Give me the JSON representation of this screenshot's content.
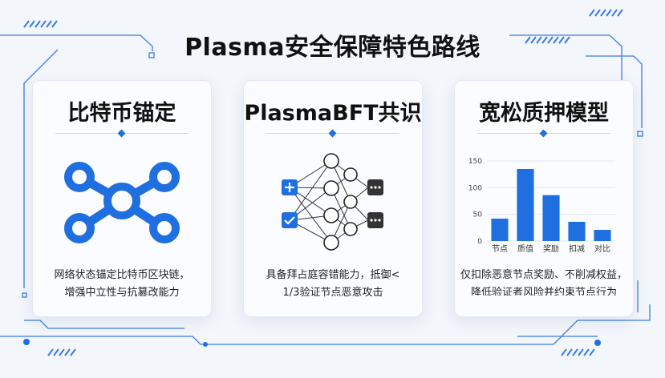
{
  "title": "Plasma安全保障特色路线",
  "cards": [
    {
      "title": "比特币锚定",
      "icon": "network-node-icon",
      "desc_lines": [
        "网络状态锚定比特币区块链，",
        "增强中立性与抗篡改能力"
      ]
    },
    {
      "title": "PlasmaBFT共识",
      "icon": "neural-network-icon",
      "desc_lines": [
        "具备拜占庭容错能力，抵御<",
        "1/3验证节点恶意攻击"
      ]
    },
    {
      "title": "宽松质押模型",
      "icon": "bar-chart-icon",
      "desc_lines": [
        "仅扣除恶意节点奖励、不削减权益，",
        "降低验证者风险并约束节点行为"
      ]
    }
  ],
  "chart_data": {
    "type": "bar",
    "categories": [
      "节点",
      "质值",
      "奖励",
      "扣减",
      "对比"
    ],
    "values": [
      42,
      135,
      86,
      36,
      21
    ],
    "yticks": [
      "0",
      "50",
      "100",
      "150"
    ],
    "ylim": [
      0,
      150
    ],
    "bar_color": "#1f6fe0"
  },
  "colors": {
    "accent": "#1f6fe0",
    "deco": "#2a6fe0"
  }
}
